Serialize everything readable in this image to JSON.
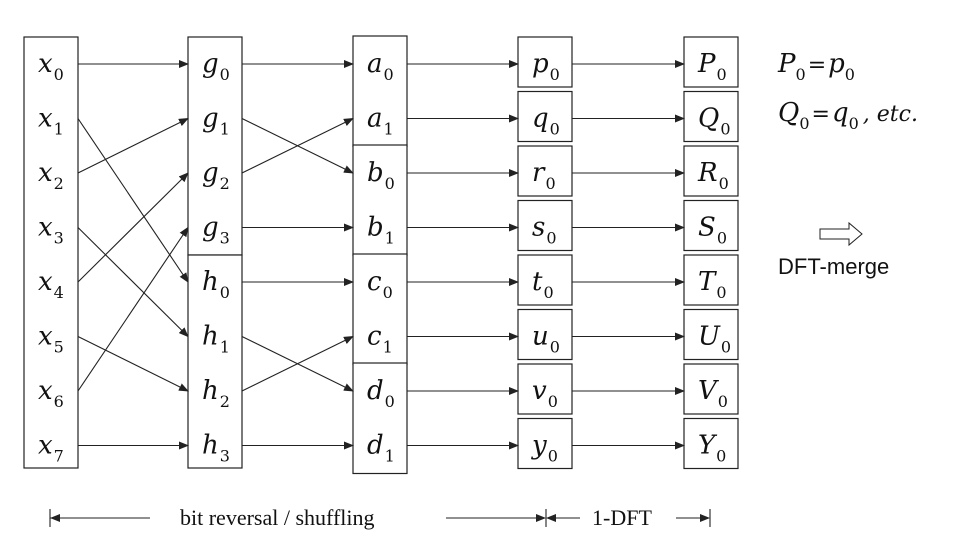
{
  "columns": [
    {
      "id": "x",
      "items": [
        [
          "x",
          "0"
        ],
        [
          "x",
          "1"
        ],
        [
          "x",
          "2"
        ],
        [
          "x",
          "3"
        ],
        [
          "x",
          "4"
        ],
        [
          "x",
          "5"
        ],
        [
          "x",
          "6"
        ],
        [
          "x",
          "7"
        ]
      ]
    },
    {
      "id": "gh",
      "items": [
        [
          "g",
          "0"
        ],
        [
          "g",
          "1"
        ],
        [
          "g",
          "2"
        ],
        [
          "g",
          "3"
        ],
        [
          "h",
          "0"
        ],
        [
          "h",
          "1"
        ],
        [
          "h",
          "2"
        ],
        [
          "h",
          "3"
        ]
      ]
    },
    {
      "id": "ad",
      "items": [
        [
          "a",
          "0"
        ],
        [
          "a",
          "1"
        ],
        [
          "b",
          "0"
        ],
        [
          "b",
          "1"
        ],
        [
          "c",
          "0"
        ],
        [
          "c",
          "1"
        ],
        [
          "d",
          "0"
        ],
        [
          "d",
          "1"
        ]
      ]
    },
    {
      "id": "py",
      "items": [
        [
          "p",
          "0"
        ],
        [
          "q",
          "0"
        ],
        [
          "r",
          "0"
        ],
        [
          "s",
          "0"
        ],
        [
          "t",
          "0"
        ],
        [
          "u",
          "0"
        ],
        [
          "v",
          "0"
        ],
        [
          "y",
          "0"
        ]
      ]
    },
    {
      "id": "PY",
      "items": [
        [
          "P",
          "0"
        ],
        [
          "Q",
          "0"
        ],
        [
          "R",
          "0"
        ],
        [
          "S",
          "0"
        ],
        [
          "T",
          "0"
        ],
        [
          "U",
          "0"
        ],
        [
          "V",
          "0"
        ],
        [
          "Y",
          "0"
        ]
      ]
    }
  ],
  "connections": [
    {
      "from": 0,
      "map": [
        0,
        4,
        1,
        5,
        2,
        6,
        3,
        7
      ]
    },
    {
      "from": 1,
      "map": [
        0,
        2,
        1,
        3,
        4,
        6,
        5,
        7
      ]
    },
    {
      "from": 2,
      "map": [
        0,
        1,
        2,
        3,
        4,
        5,
        6,
        7
      ]
    },
    {
      "from": 3,
      "map": [
        0,
        1,
        2,
        3,
        4,
        5,
        6,
        7
      ]
    }
  ],
  "notes": {
    "eq1": {
      "lhs": "P",
      "lhs_sub": "0",
      "eq": "=",
      "rhs": "p",
      "rhs_sub": "0"
    },
    "eq2": {
      "lhs": "Q",
      "lhs_sub": "0",
      "eq": "=",
      "rhs": "q",
      "rhs_sub": "0",
      "tail": ",  etc."
    },
    "merge_label": "DFT-merge"
  },
  "bottom": {
    "label_left": "bit  reversal / shuffling",
    "label_right": "1-DFT"
  }
}
